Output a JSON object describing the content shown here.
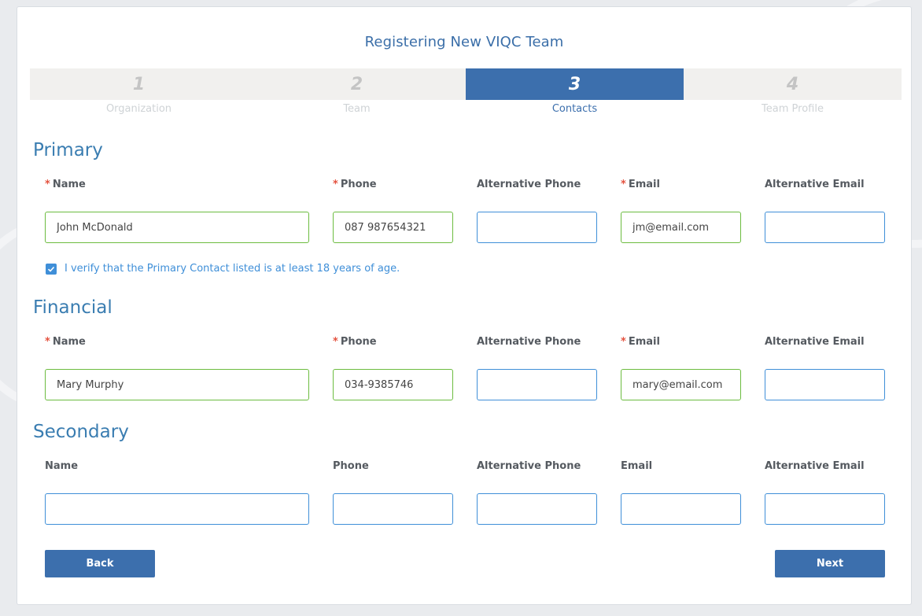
{
  "page": {
    "title": "Registering New VIQC Team"
  },
  "stepper": {
    "active_step": 3,
    "steps": [
      {
        "number": "1",
        "label": "Organization"
      },
      {
        "number": "2",
        "label": "Team"
      },
      {
        "number": "3",
        "label": "Contacts"
      },
      {
        "number": "4",
        "label": "Team Profile"
      }
    ]
  },
  "primary": {
    "title": "Primary",
    "labels": {
      "name": "Name",
      "phone": "Phone",
      "alt_phone": "Alternative Phone",
      "email": "Email",
      "alt_email": "Alternative Email"
    },
    "values": {
      "name": "John McDonald",
      "phone": "087 987654321",
      "alt_phone": "",
      "email": "jm@email.com",
      "alt_email": ""
    },
    "verify_checked": true,
    "verify_text": "I verify that the Primary Contact listed is at least 18 years of age."
  },
  "financial": {
    "title": "Financial",
    "labels": {
      "name": "Name",
      "phone": "Phone",
      "alt_phone": "Alternative Phone",
      "email": "Email",
      "alt_email": "Alternative Email"
    },
    "values": {
      "name": "Mary Murphy",
      "phone": "034-9385746",
      "alt_phone": "",
      "email": "mary@email.com",
      "alt_email": ""
    }
  },
  "secondary": {
    "title": "Secondary",
    "labels": {
      "name": "Name",
      "phone": "Phone",
      "alt_phone": "Alternative Phone",
      "email": "Email",
      "alt_email": "Alternative Email"
    },
    "values": {
      "name": "",
      "phone": "",
      "alt_phone": "",
      "email": "",
      "alt_email": ""
    }
  },
  "required_marker": "*",
  "buttons": {
    "back": "Back",
    "next": "Next"
  },
  "colors": {
    "accent": "#3c6fad",
    "valid_border": "#6cbc3f",
    "input_border": "#3f8fd8",
    "required": "#e4523f"
  },
  "icons": {
    "checkbox": "check-icon"
  }
}
